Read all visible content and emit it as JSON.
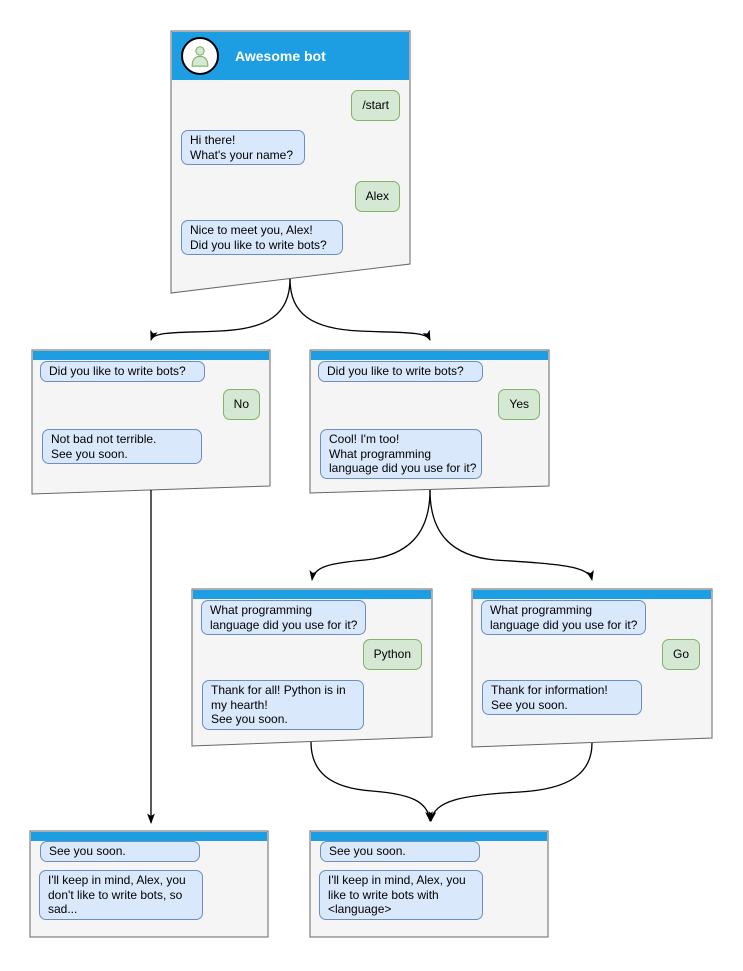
{
  "colors": {
    "header_blue": "#1e9ee2",
    "window_bg": "#f5f5f5",
    "window_border": "#666666",
    "bot_bubble_bg": "#dae8fc",
    "bot_bubble_border": "#6c8ebf",
    "user_bubble_bg": "#d5e8d4",
    "user_bubble_border": "#82b366",
    "arrow": "#000000",
    "title_text": "#ffffff",
    "avatar_fill": "#d5e8d4",
    "avatar_stroke": "#82b366"
  },
  "windows": {
    "start": {
      "title": "Awesome bot",
      "messages": [
        {
          "from": "user",
          "text": "/start"
        },
        {
          "from": "bot",
          "text": "Hi there!\nWhat's your name?"
        },
        {
          "from": "user",
          "text": "Alex"
        },
        {
          "from": "bot",
          "text": "Nice to meet you, Alex!\nDid you like to write bots?"
        }
      ]
    },
    "branch_no": {
      "messages": [
        {
          "from": "bot",
          "text": "Did you like to write bots?"
        },
        {
          "from": "user",
          "text": "No"
        },
        {
          "from": "bot",
          "text": "Not bad not terrible.\nSee you soon."
        }
      ]
    },
    "branch_yes": {
      "messages": [
        {
          "from": "bot",
          "text": "Did you like to write bots?"
        },
        {
          "from": "user",
          "text": "Yes"
        },
        {
          "from": "bot",
          "text": "Cool! I'm too!\nWhat programming\nlanguage did you use for it?"
        }
      ]
    },
    "lang_python": {
      "messages": [
        {
          "from": "bot",
          "text": "What programming\nlanguage did you use for it?"
        },
        {
          "from": "user",
          "text": "Python"
        },
        {
          "from": "bot",
          "text": "Thank for all! Python is in\nmy hearth!\nSee you soon."
        }
      ]
    },
    "lang_go": {
      "messages": [
        {
          "from": "bot",
          "text": "What programming\nlanguage did you use for it?"
        },
        {
          "from": "user",
          "text": "Go"
        },
        {
          "from": "bot",
          "text": "Thank for information!\nSee you soon."
        }
      ]
    },
    "end_no": {
      "messages": [
        {
          "from": "bot",
          "text": "See you soon."
        },
        {
          "from": "bot",
          "text": "I'll keep in mind, Alex, you\ndon't like to write bots, so\nsad..."
        }
      ]
    },
    "end_yes": {
      "messages": [
        {
          "from": "bot",
          "text": "See you soon."
        },
        {
          "from": "bot",
          "text": "I'll keep in mind, Alex, you\nlike to write bots with\n<language>"
        }
      ]
    }
  }
}
